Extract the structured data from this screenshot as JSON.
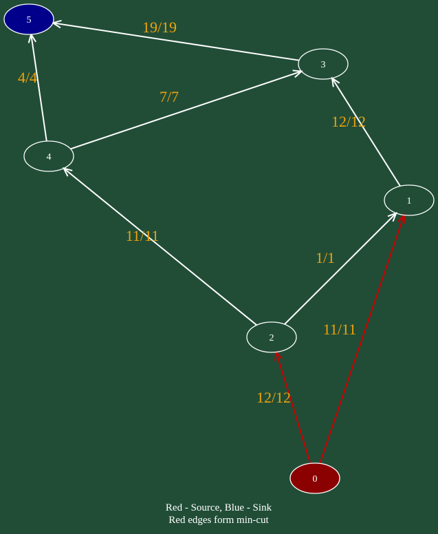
{
  "colors": {
    "background": "#214d37",
    "edge_normal": "#ffffff",
    "edge_cut": "#cc0000",
    "label": "#f0a30a",
    "source_fill": "#8b0000",
    "sink_fill": "#00008b",
    "node_stroke": "#ffffff"
  },
  "nodes": [
    {
      "id": "5",
      "label": "5",
      "role": "sink"
    },
    {
      "id": "3",
      "label": "3",
      "role": "normal"
    },
    {
      "id": "4",
      "label": "4",
      "role": "normal"
    },
    {
      "id": "1",
      "label": "1",
      "role": "normal"
    },
    {
      "id": "2",
      "label": "2",
      "role": "normal"
    },
    {
      "id": "0",
      "label": "0",
      "role": "source"
    }
  ],
  "edges": [
    {
      "from": "3",
      "to": "5",
      "label": "19/19",
      "cut": false
    },
    {
      "from": "4",
      "to": "5",
      "label": "4/4",
      "cut": false
    },
    {
      "from": "4",
      "to": "3",
      "label": "7/7",
      "cut": false
    },
    {
      "from": "1",
      "to": "3",
      "label": "12/12",
      "cut": false
    },
    {
      "from": "2",
      "to": "4",
      "label": "11/11",
      "cut": false
    },
    {
      "from": "2",
      "to": "1",
      "label": "1/1",
      "cut": false
    },
    {
      "from": "0",
      "to": "1",
      "label": "11/11",
      "cut": true
    },
    {
      "from": "0",
      "to": "2",
      "label": "12/12",
      "cut": true
    }
  ],
  "legend": {
    "line1": "Red - Source, Blue - Sink",
    "line2": "Red edges form min-cut"
  }
}
